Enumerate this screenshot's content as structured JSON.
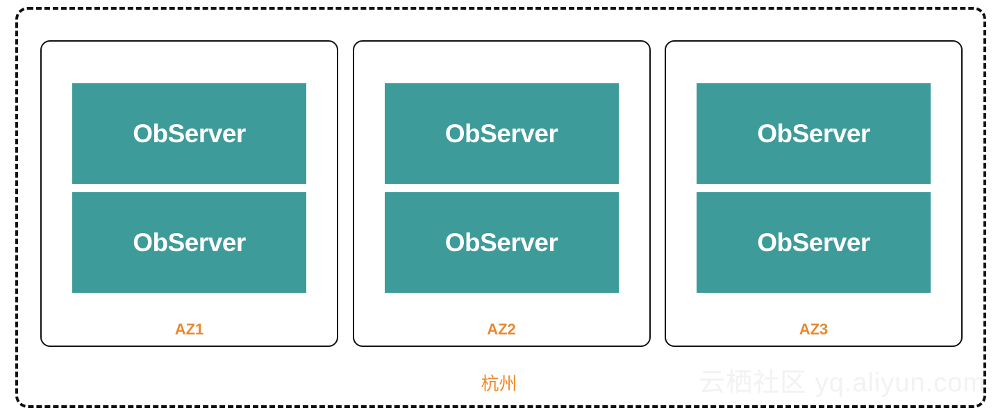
{
  "diagram": {
    "region": {
      "label": "杭州",
      "label_color": "#ef8b2c",
      "boundary_style": "dashed",
      "boundary_color": "#111111"
    },
    "zones": [
      {
        "label": "AZ1",
        "label_color": "#e8882e",
        "nodes": [
          {
            "label": "ObServer",
            "fill": "#3d9b99",
            "text_color": "#ffffff"
          },
          {
            "label": "ObServer",
            "fill": "#3d9b99",
            "text_color": "#ffffff"
          }
        ]
      },
      {
        "label": "AZ2",
        "label_color": "#e8882e",
        "nodes": [
          {
            "label": "ObServer",
            "fill": "#3d9b99",
            "text_color": "#ffffff"
          },
          {
            "label": "ObServer",
            "fill": "#3d9b99",
            "text_color": "#ffffff"
          }
        ]
      },
      {
        "label": "AZ3",
        "label_color": "#e8882e",
        "nodes": [
          {
            "label": "ObServer",
            "fill": "#3d9b99",
            "text_color": "#ffffff"
          },
          {
            "label": "ObServer",
            "fill": "#3d9b99",
            "text_color": "#ffffff"
          }
        ]
      }
    ],
    "watermark": {
      "text": "云栖社区 yq.aliyun.com",
      "color": "#f2f2f2"
    }
  }
}
